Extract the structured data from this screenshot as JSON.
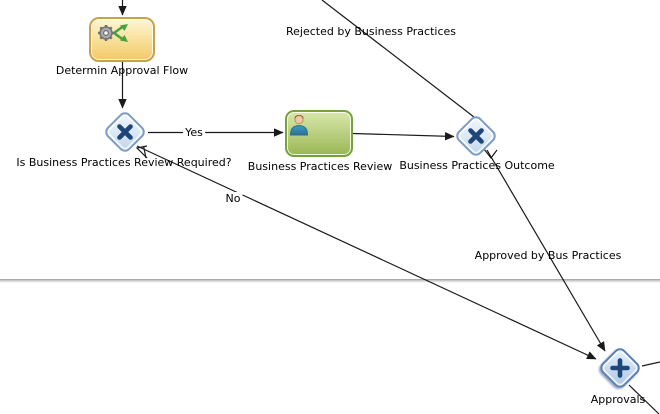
{
  "diagram": {
    "nodes": {
      "determine_approval_flow": {
        "label": "Determin Approval Flow",
        "type": "service-task"
      },
      "is_review_required": {
        "label": "Is Business Practices Review Required?",
        "type": "exclusive-gateway"
      },
      "business_practices_review": {
        "label": "Business Practices Review",
        "type": "user-task"
      },
      "business_practices_outcome": {
        "label": "Business Practices Outcome",
        "type": "exclusive-gateway"
      },
      "approvals": {
        "label": "Approvals",
        "type": "parallel-gateway"
      }
    },
    "edges": {
      "yes": {
        "label": "Yes"
      },
      "no": {
        "label": "No"
      },
      "rejected": {
        "label": "Rejected by Business Practices"
      },
      "approved": {
        "label": "Approved by Bus Practices"
      }
    }
  },
  "colors": {
    "task_yellow_top": "#fdf5d7",
    "task_yellow_mid": "#f9e3a0",
    "task_yellow_bottom": "#f3c968",
    "task_yellow_border": "#c8a24b",
    "task_green_top": "#d9e7ab",
    "task_green_bottom": "#9ab754",
    "task_green_border": "#76a23d",
    "gateway_fill_light": "#f0f6fc",
    "gateway_fill_dark": "#bdd2ea",
    "gateway_border": "#7d9cc4",
    "gateway_border_strong": "#5c80b4",
    "gateway_symbol": "#1e4679",
    "connector": "#1a1a1a",
    "lane_line_dark": "#ababab",
    "lane_line_light": "#e0e0e0",
    "icon_gear_grey": "#a9a9a9",
    "icon_gear_outline": "#707070",
    "icon_arrow_green": "#46a13e",
    "person_skin": "#eec9a2",
    "person_hair": "#7a4e21",
    "person_shirt": "#3e9fc2",
    "person_shirt_dark": "#2a7090"
  }
}
